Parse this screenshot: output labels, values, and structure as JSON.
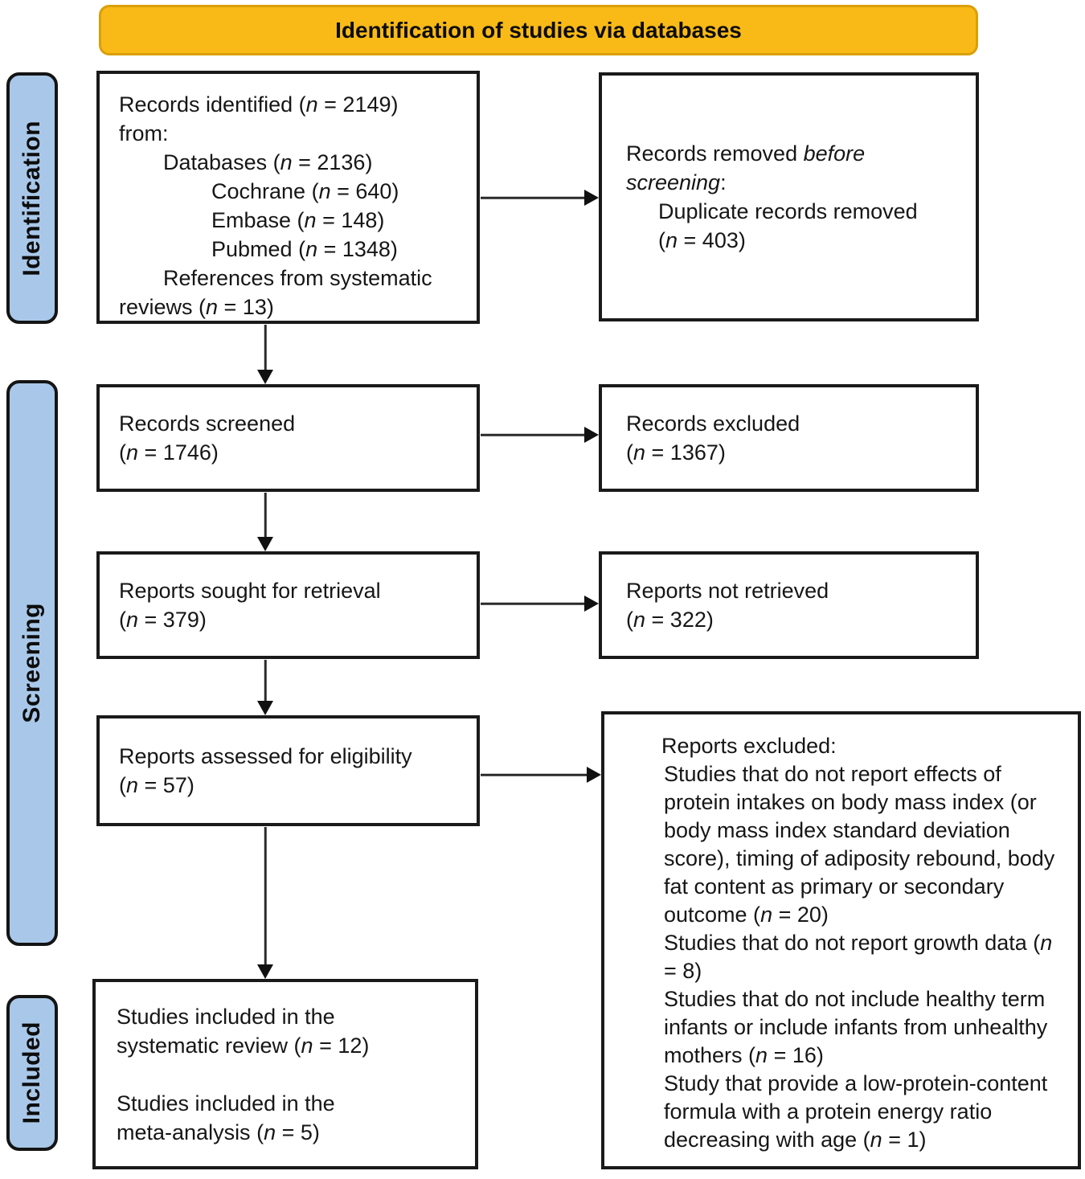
{
  "colors": {
    "title_bg": "#F9BA18",
    "title_border": "#DA9F09",
    "stage_bg": "#A9C8E9",
    "box_border": "#1a1a1a"
  },
  "title": "Identification of studies via databases",
  "stages": {
    "identification": "Identification",
    "screening": "Screening",
    "included": "Included"
  },
  "boxes": {
    "records_identified": {
      "l1": "Records identified (n = 2149)",
      "l2": "from:",
      "databases": "Databases (n = 2136)",
      "bullets": [
        "Cochrane (n = 640)",
        "Embase (n = 148)",
        "Pubmed (n = 1348)"
      ],
      "ref_l1": "References from systematic",
      "ref_l2": "reviews (n = 13)"
    },
    "records_removed": {
      "l1_pre": "Records removed ",
      "l1_italic": "before",
      "l2_italic": "screening",
      "l2_post": ":",
      "detail_l1": "Duplicate records removed",
      "detail_l2": "(n = 403)"
    },
    "records_screened": {
      "l1": "Records screened",
      "l2": "(n = 1746)"
    },
    "records_excluded": {
      "l1": "Records excluded",
      "l2": "(n = 1367)"
    },
    "reports_sought": {
      "l1": "Reports sought for retrieval",
      "l2": "(n = 379)"
    },
    "reports_not_retrieved": {
      "l1": "Reports not retrieved",
      "l2": "(n = 322)"
    },
    "reports_assessed": {
      "l1": "Reports assessed for eligibility",
      "l2": "(n = 57)"
    },
    "reports_excluded": {
      "heading": "Reports excluded:",
      "bullets": [
        "Studies that do not report effects of protein intakes on body mass index (or body mass index standard deviation score), timing of adiposity rebound, body fat content as primary or secondary outcome (n = 20)",
        "Studies that do not report growth data (n = 8)",
        "Studies that do not include healthy term infants or include infants from unhealthy mothers (n = 16)",
        "Study that provide a low-protein-content formula with a protein energy ratio decreasing with age (n = 1)"
      ]
    },
    "included": {
      "p1_l1": "Studies included in the",
      "p1_l2": "systematic review (n = 12)",
      "p2_l1": "Studies included in the",
      "p2_l2": "meta-analysis (n = 5)"
    }
  }
}
